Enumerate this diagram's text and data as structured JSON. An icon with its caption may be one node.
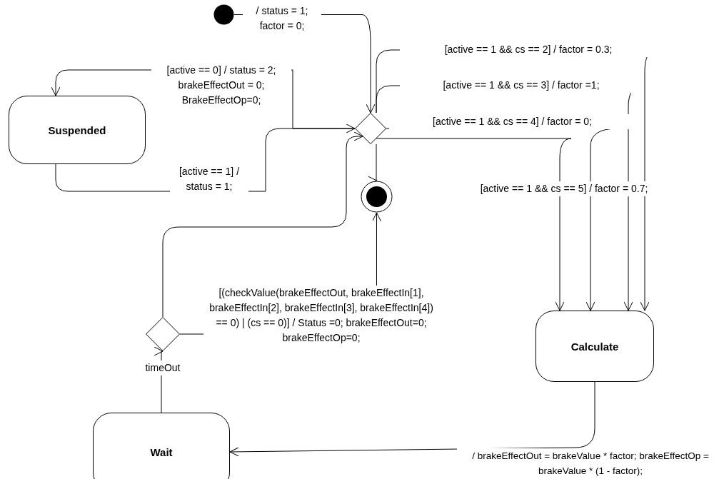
{
  "diagram": {
    "nodes": [
      {
        "text": [],
        "shape": "circle"
      },
      {
        "text": [],
        "shape": "diamond"
      },
      {
        "text": [
          "Suspended"
        ]
      },
      {
        "text": [],
        "shape": "circle"
      },
      {
        "text": [],
        "shape": "diamond"
      },
      {
        "text": [
          "Calculate"
        ]
      },
      {
        "text": [
          "Wait"
        ]
      }
    ],
    "edges": [
      {
        "from": 0,
        "to": 1,
        "arrow": "to",
        "label": "/ status = 1; factor = 0;"
      },
      {
        "from": 1,
        "to": 2,
        "arrow": "to",
        "label": "[active == 0] / status = 2; brakeEffectOut = 0; BrakeEffectOp=0;"
      },
      {
        "from": 2,
        "to": 1,
        "arrow": "to",
        "label": "[active == 1] / status = 1;"
      },
      {
        "from": 1,
        "to": 5,
        "arrow": "to",
        "label": "[active == 1 && cs == 2] / factor = 0.3;"
      },
      {
        "from": 1,
        "to": 5,
        "arrow": "to",
        "label": "[active == 1 && cs == 3] / factor =1;"
      },
      {
        "from": 1,
        "to": 5,
        "arrow": "to",
        "label": "[active == 1 && cs == 4] / factor = 0;"
      },
      {
        "from": 1,
        "to": 5,
        "arrow": "to",
        "label": "[active == 1 && cs == 5] / factor = 0.7;"
      },
      {
        "from": 1,
        "to": 3,
        "arrow": "to"
      },
      {
        "from": 4,
        "to": 1,
        "arrow": "to"
      },
      {
        "from": 4,
        "to": 3,
        "arrow": "to",
        "label": "[(checkValue(brakeEffectOut, brakeEffectIn[1], brakeEffectIn[2], brakeEffectIn[3], brakeEffectIn[4]) == 0) |  (cs == 0)] / Status =0; brakeEffectOut=0; brakeEffectOp=0;"
      },
      {
        "from": 5,
        "to": 6,
        "arrow": "to",
        "label": "/ brakeEffectOut = brakeValue * factor; brakeEffectOp = brakeValue * (1 - factor);"
      },
      {
        "from": 6,
        "to": 4,
        "arrow": "to",
        "label": "timeOut"
      }
    ]
  }
}
